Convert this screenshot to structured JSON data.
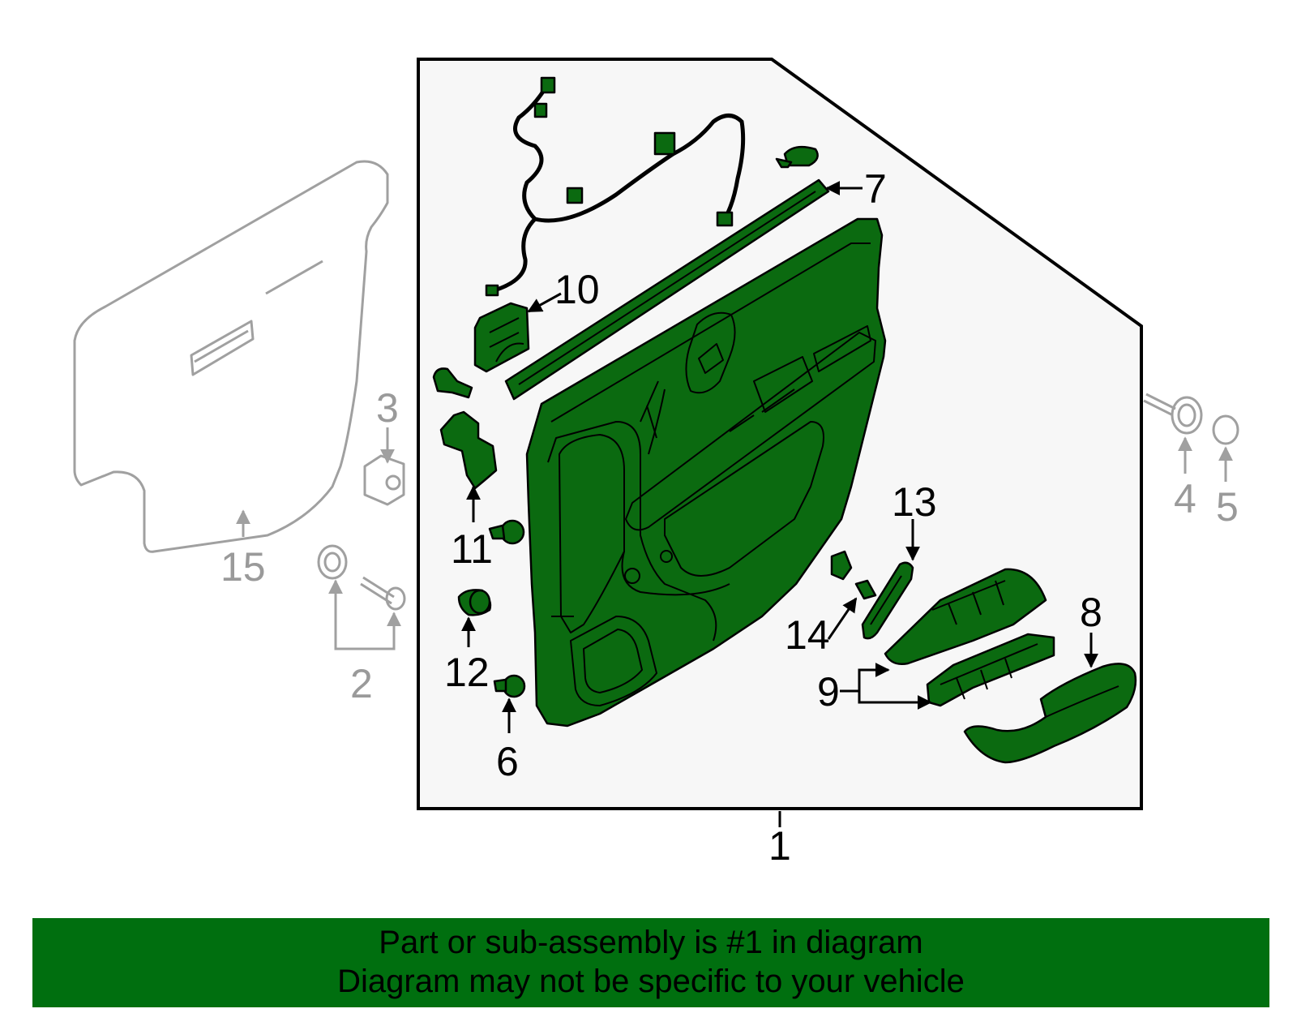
{
  "callouts": {
    "c1": "1",
    "c2": "2",
    "c3": "3",
    "c4": "4",
    "c5": "5",
    "c6": "6",
    "c7": "7",
    "c8": "8",
    "c9": "9",
    "c10": "10",
    "c11": "11",
    "c12": "12",
    "c13": "13",
    "c14": "14",
    "c15": "15"
  },
  "banner": {
    "line1": "Part or sub-assembly is #1 in diagram",
    "line2": "Diagram may not be specific to your vehicle"
  },
  "colors": {
    "part_fill": "#0b6a10",
    "banner_bg": "#006f0f",
    "panel_bg": "#f7f7f7",
    "ghost_grey": "#a0a0a0"
  }
}
